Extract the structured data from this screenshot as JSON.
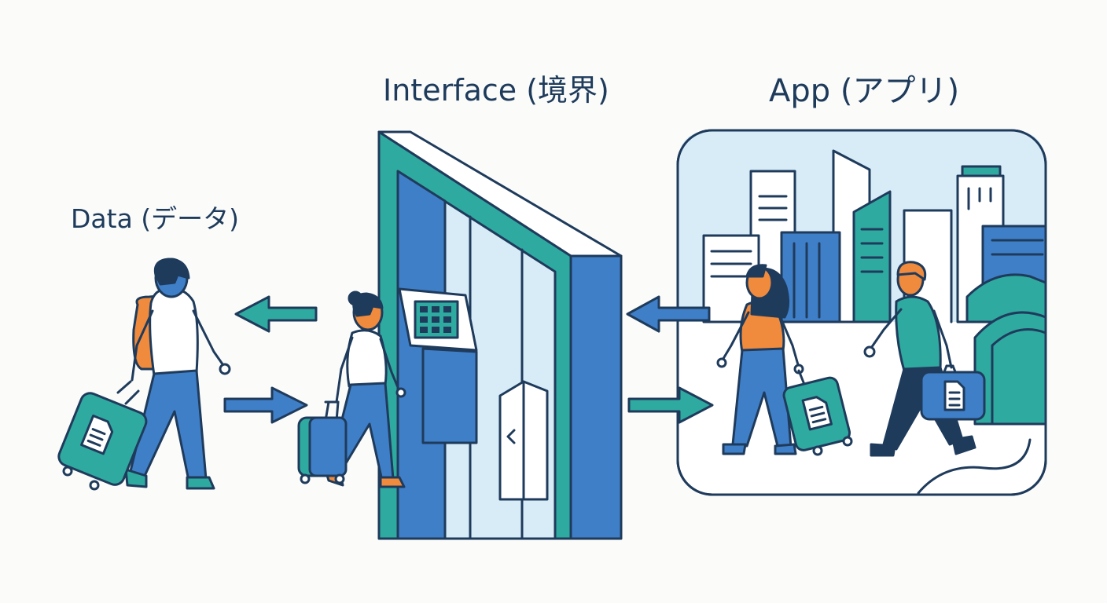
{
  "labels": {
    "data": "Data (データ)",
    "interface": "Interface (境界)",
    "app": "App (アプリ)"
  },
  "colors": {
    "navy": "#1f3b5c",
    "blue": "#3f7fc8",
    "teal": "#2faaa0",
    "light_blue": "#d8ecf8",
    "orange": "#f08a3c",
    "background": "#fbfcfa"
  },
  "icons": [
    "arrow-left-icon",
    "arrow-right-icon",
    "document-icon",
    "suitcase-icon",
    "gate-icon",
    "kiosk-icon",
    "city-icon"
  ]
}
